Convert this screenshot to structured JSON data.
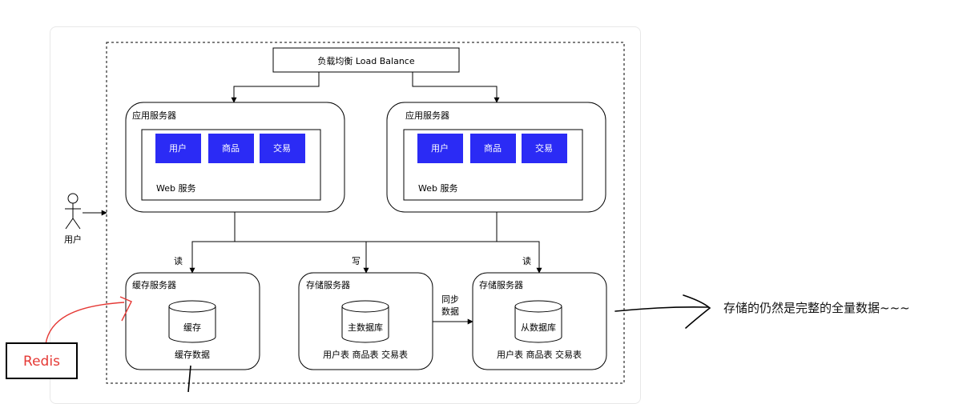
{
  "load_balancer": "负载均衡 Load Balance",
  "user_label": "用户",
  "app_servers": [
    {
      "title": "应用服务器",
      "modules": [
        "用户",
        "商品",
        "交易"
      ],
      "web": "Web 服务"
    },
    {
      "title": "应用服务器",
      "modules": [
        "用户",
        "商品",
        "交易"
      ],
      "web": "Web 服务"
    }
  ],
  "edge_labels": {
    "read_left": "读",
    "write": "写",
    "read_right": "读",
    "sync_line1": "同步",
    "sync_line2": "数据"
  },
  "cache_server": {
    "title": "缓存服务器",
    "db": "缓存",
    "caption": "缓存数据"
  },
  "master_server": {
    "title": "存储服务器",
    "db": "主数据库",
    "caption": "用户表 商品表 交易表"
  },
  "slave_server": {
    "title": "存储服务器",
    "db": "从数据库",
    "caption": "用户表 商品表 交易表"
  },
  "annotation": "存储的仍然是完整的全量数据~~~",
  "redis_label": "Redis",
  "colors": {
    "module_fill": "#2b2bf5",
    "annotation_red": "#e53935"
  }
}
